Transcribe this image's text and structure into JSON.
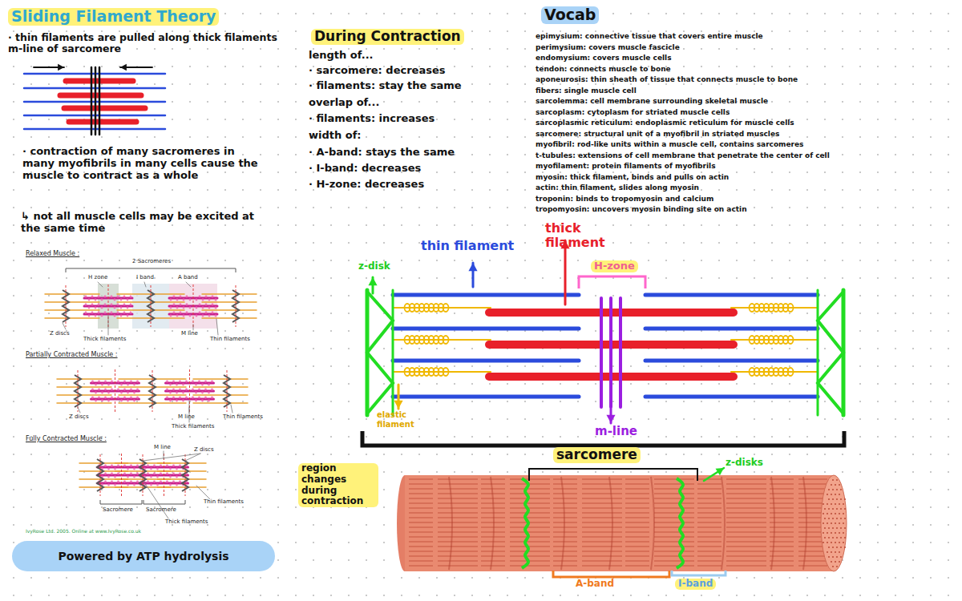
{
  "diagram": {
    "title": "Sliding Filament Theory",
    "nodes": [
      {
        "text": [
          "Powered by ATP hydrolysis"
        ]
      }
    ],
    "edges": [],
    "labels": [
      "· thin filaments are pulled along thick filaments m-line of sarcomere",
      "· contraction of many sacromeres in many myofibrils in many cells cause the muscle to contract as a whole",
      "↳ not all muscle cells may be excited at the same time",
      "Relaxed Muscle :",
      "2 Sacromeres",
      "H zone",
      "I band",
      "A band",
      "Z discs",
      "Thick filaments",
      "M line",
      "Thin filaments",
      "Partially Contracted Muscle :",
      "Z discs",
      "M line",
      "Thin filaments",
      "Thick filaments",
      "Fully Contracted Muscle :",
      "M line",
      "Z discs",
      "Thin filaments",
      "Sacromere",
      "Sacromere",
      "Thick filaments",
      "IvyRose Ltd. 2005. Online at www.IvyRose.co.uk",
      "During Contraction",
      "length of...",
      "· sarcomere: decreases",
      "· filaments: stay the same",
      "overlap of...",
      "· filaments: increases",
      "width of:",
      "· A-band: stays the same",
      "· I-band: decreases",
      "· H-zone: decreases",
      "Vocab",
      "epimysium: connective tissue that covers entire muscle",
      "perimysium: covers muscle fascicle",
      "endomysium: covers muscle cells",
      "tendon: connects muscle to bone",
      "aponeurosis: thin sheath of tissue that connects muscle to bone",
      "fibers: single muscle cell",
      "sarcolemma: cell membrane surrounding skeletal muscle",
      "sarcoplasm: cytoplasm for striated muscle cells",
      "sarcoplasmic reticulum: endoplasmic reticulum for muscle cells",
      "sarcomere: structural unit of a myofibril in striated muscles",
      "myofibril: rod-like units within a muscle cell, contains sarcomeres",
      "t-tubules: extensions of cell membrane that penetrate the center of cell",
      "myofilament: protein filaments of myofibrils",
      "myosin: thick filament, binds and pulls on actin",
      "actin: thin filament, slides along myosin",
      "troponin: binds to tropomyosin and calcium",
      "tropomyosin: uncovers myosin binding site on actin",
      "thin filament",
      "thick filament",
      "z-disk",
      "H-zone",
      "elastic filament",
      "m-line",
      "sarcomere",
      "region changes during contraction",
      "z-disks",
      "A-band",
      "I-band"
    ]
  }
}
